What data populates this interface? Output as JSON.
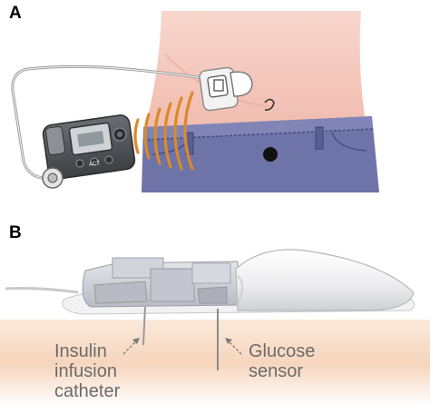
{
  "panel_a": {
    "label": "A"
  },
  "panel_b": {
    "label": "B"
  },
  "pump_display": {
    "act_button": "ACT"
  },
  "callouts": {
    "insulin_catheter": [
      "Insulin",
      "infusion",
      "catheter"
    ],
    "glucose_sensor": [
      "Glucose",
      "sensor"
    ]
  },
  "colors": {
    "skin": "#f5c9c0",
    "jeans": "#6e73a8",
    "pump_body": "#55575b",
    "signal_waves": "#d98a2a",
    "sensor_housing": "#e8e8ea",
    "tissue": "#f7dcc6",
    "label_text": "#6b6b6b"
  }
}
